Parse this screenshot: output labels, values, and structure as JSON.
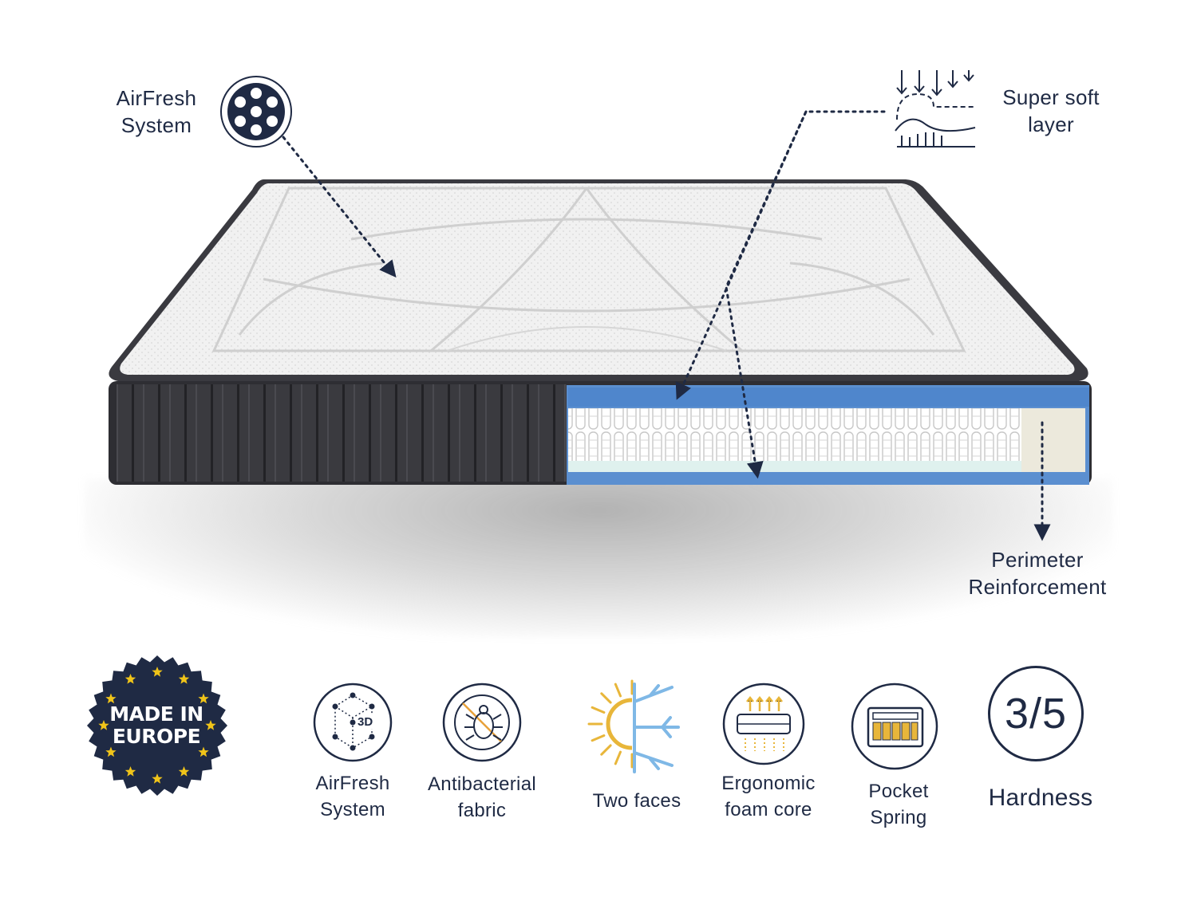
{
  "callouts": {
    "airfresh": [
      "AirFresh",
      "System"
    ],
    "super_soft": [
      "Super soft",
      "layer"
    ],
    "perimeter": [
      "Perimeter",
      "Reinforcement"
    ]
  },
  "badge": {
    "line1": "MADE IN",
    "line2": "EUROPE"
  },
  "features": [
    {
      "icon": "3d-mesh-icon",
      "badge_text": "3D",
      "label": [
        "AirFresh",
        "System"
      ]
    },
    {
      "icon": "bug-icon",
      "label": [
        "Antibacterial",
        "fabric"
      ]
    },
    {
      "icon": "sun-snowflake-icon",
      "label": [
        "Two faces"
      ]
    },
    {
      "icon": "heat-foam-icon",
      "label": [
        "Ergonomic",
        "foam core"
      ]
    },
    {
      "icon": "pocket-spring-icon",
      "label": [
        "Pocket",
        "Spring"
      ]
    }
  ],
  "hardness": {
    "value": "3/5",
    "label": "Hardness"
  },
  "colors": {
    "navy": "#1f2a44",
    "mattress_side": "#3b3b40",
    "foam_blue": "#5b8fd0",
    "gold": "#e8b63a",
    "ice": "#7fb8e6"
  }
}
